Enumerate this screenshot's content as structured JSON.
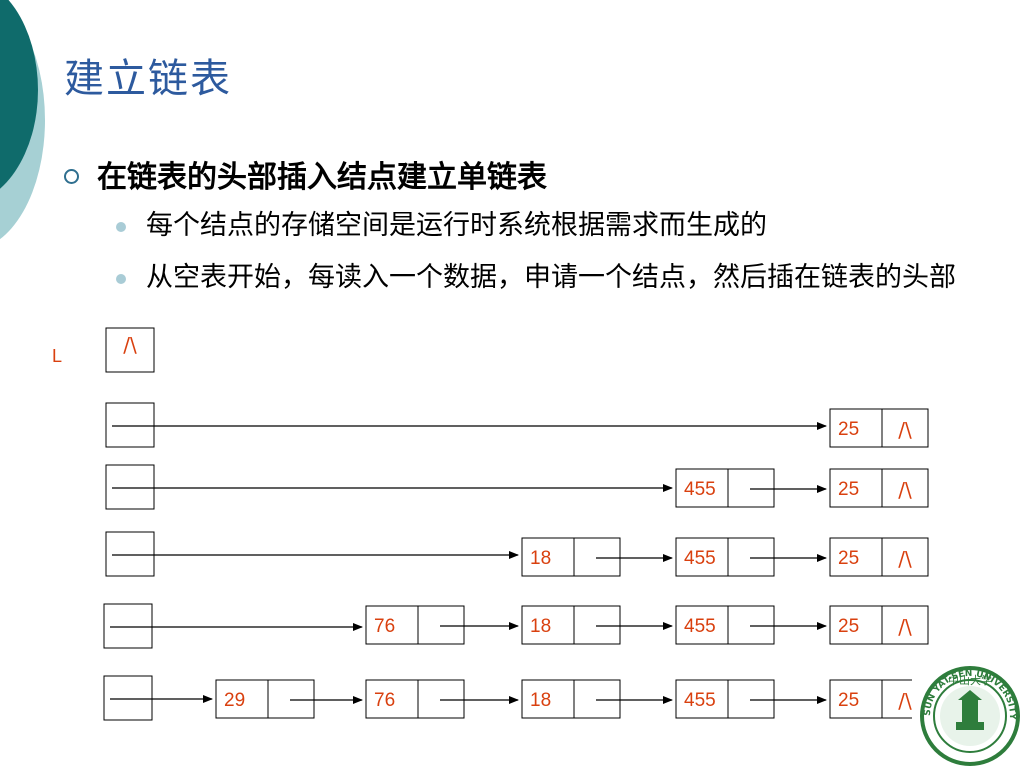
{
  "title": "建立链表",
  "bullets": {
    "level1": "在链表的头部插入结点建立单链表",
    "level2": [
      "每个结点的存储空间是运行时系统根据需求而生成的",
      "从空表开始，每读入一个数据，申请一个结点，然后插在链表的头部"
    ]
  },
  "diagram": {
    "head_label": "L",
    "null_symbol": "/\\",
    "rows": [
      [],
      [
        "25"
      ],
      [
        "455",
        "25"
      ],
      [
        "18",
        "455",
        "25"
      ],
      [
        "76",
        "18",
        "455",
        "25"
      ],
      [
        "29",
        "76",
        "18",
        "455",
        "25"
      ]
    ]
  },
  "colors": {
    "title": "#2d5a9e",
    "node_text": "#d9400f",
    "deco_dark": "#0f6b6b",
    "deco_light": "#a6d0d4"
  },
  "logo": {
    "name": "中山大学",
    "ring_text": "SUN YAT-SEN UNIVERSITY"
  }
}
